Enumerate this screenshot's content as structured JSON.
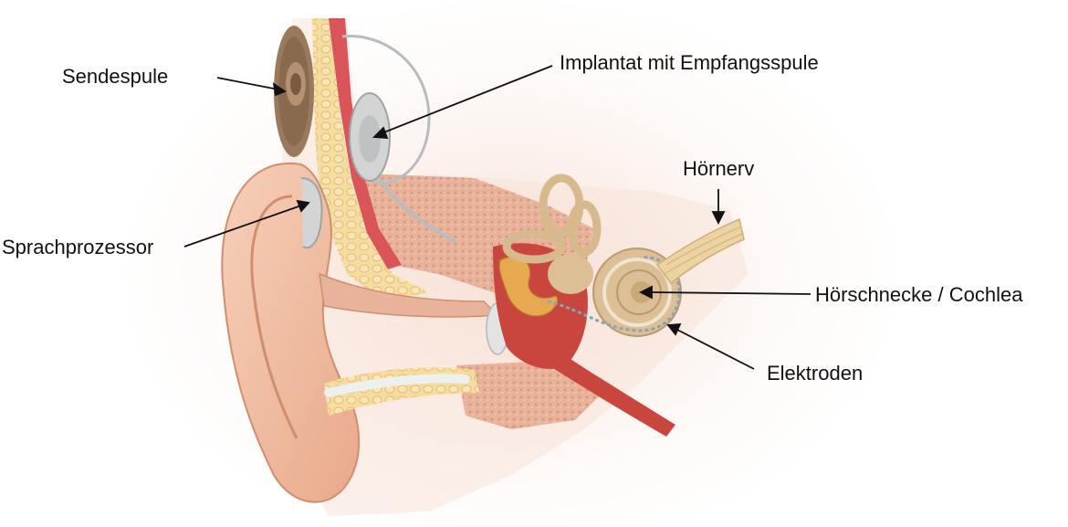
{
  "labels": {
    "sendespule": "Sendespule",
    "implantat": "Implantat mit Empfangsspule",
    "hoernerv": "Hörnerv",
    "sprachprozessor": "Sprachprozessor",
    "hoerschnecke": "Hörschnecke / Cochlea",
    "elektroden": "Elektroden"
  },
  "colors": {
    "skin": "#f2c2a6",
    "skin_dark": "#dc9a7c",
    "bone": "#e7b59e",
    "fat": "#f3d796",
    "muscle": "#d9555a",
    "device": "#c7c9c9",
    "coil": "#8a6a4e",
    "cochlea": "#dcbf95",
    "nerve": "#ecd3a4",
    "text": "#111111"
  }
}
